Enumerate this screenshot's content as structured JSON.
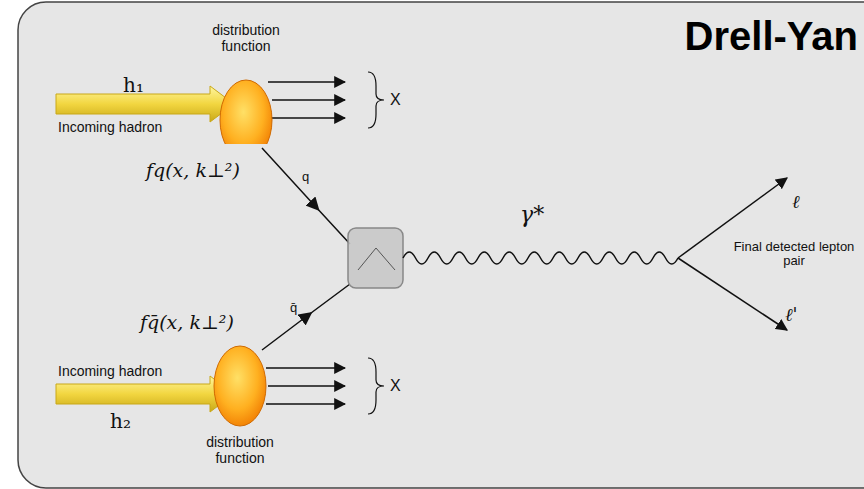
{
  "diagram": {
    "title": "Drell-Yan",
    "nodes": [
      {
        "text": [
          "distribution function"
        ]
      },
      {
        "text": [
          "distribution function"
        ]
      }
    ],
    "labels": [
      "h₁",
      "Incoming hadron",
      "X",
      "fq(x, k⊥²)",
      "q",
      "γ*",
      "ℓ",
      "Final detected lepton pair",
      "ℓ'",
      "q̄",
      "fq̄(x, k⊥²)",
      "Incoming hadron",
      "X",
      "h₂"
    ]
  }
}
